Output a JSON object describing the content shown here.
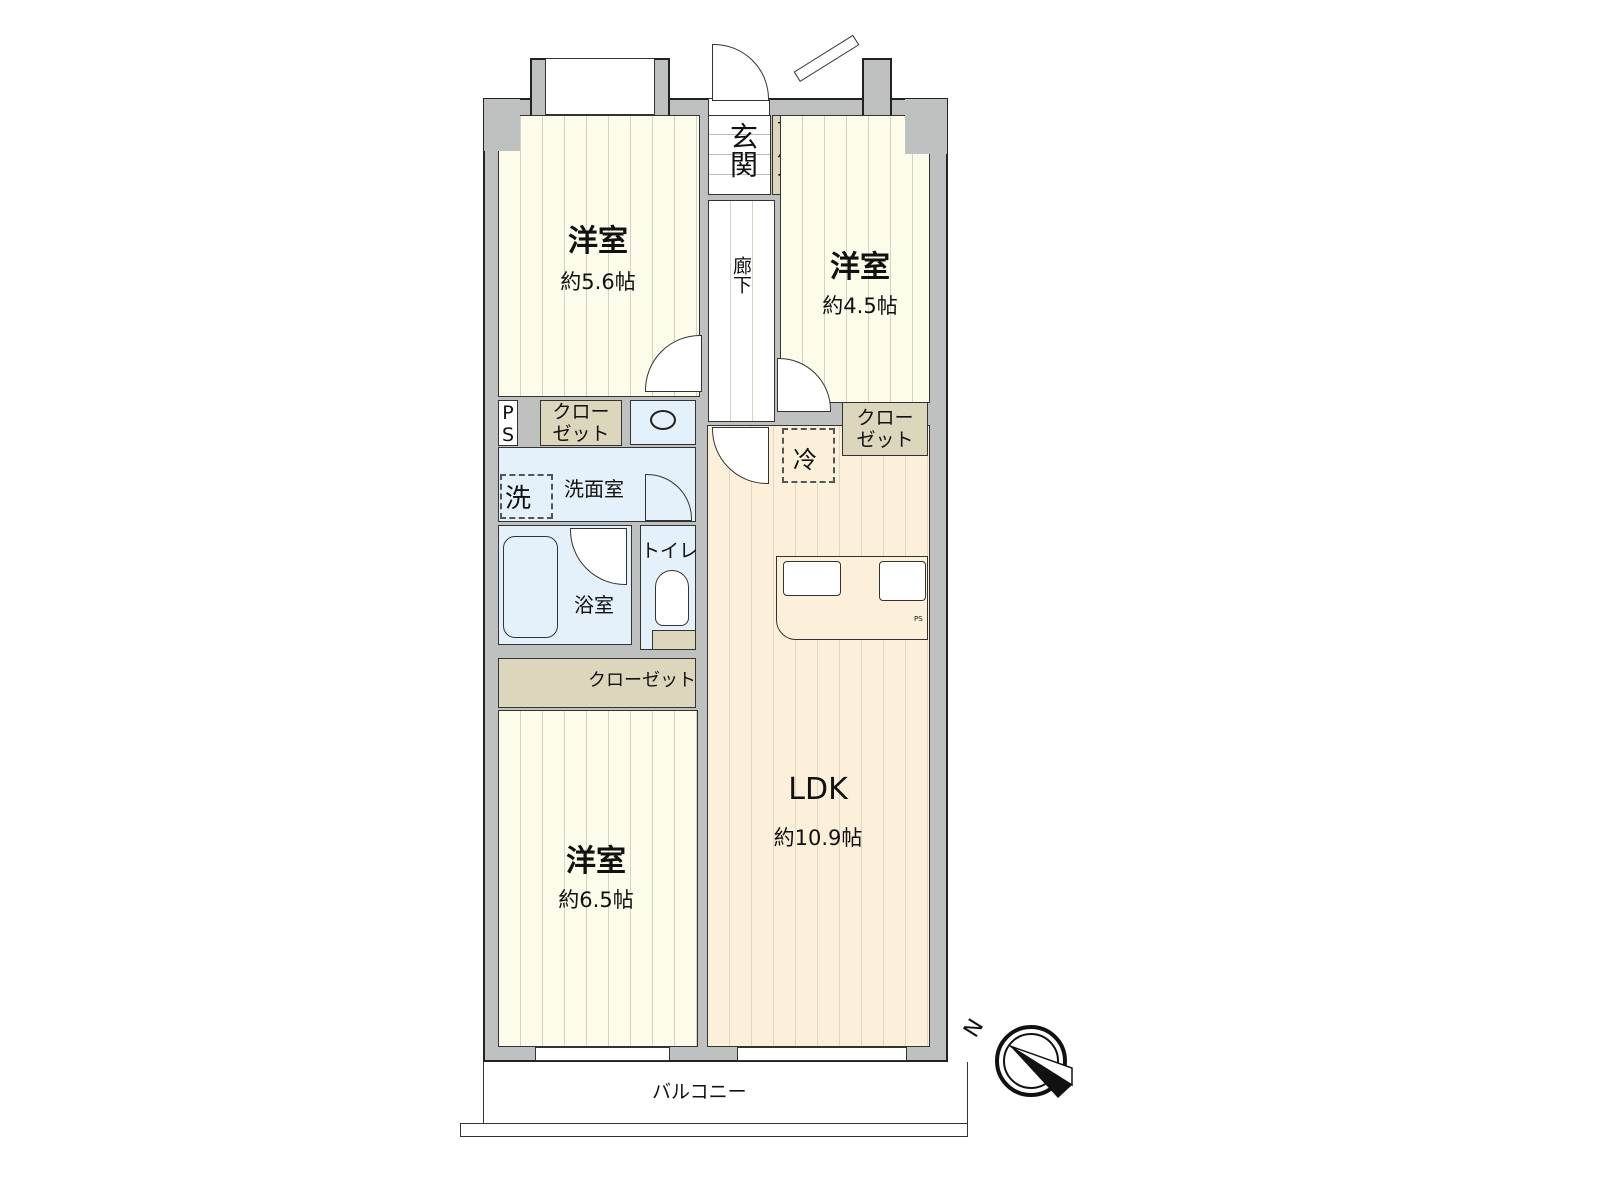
{
  "rooms": {
    "western_1": {
      "name": "洋室",
      "size": "約5.6帖"
    },
    "western_2": {
      "name": "洋室",
      "size": "約4.5帖"
    },
    "western_3": {
      "name": "洋室",
      "size": "約6.5帖"
    },
    "ldk": {
      "name": "LDK",
      "size": "約10.9帖"
    },
    "entrance": "玄関",
    "shoe_storage": "下足入",
    "corridor": "廊下",
    "washroom": "洗面室",
    "washer": "洗",
    "bathroom": "浴室",
    "toilet": "トイレ",
    "fridge": "冷",
    "ps": "PS",
    "ps_small": "PS",
    "closet_1": "クロー\nゼット",
    "closet_2": "クロー\nゼット",
    "closet_3": "クローゼット",
    "balcony": "バルコニー"
  },
  "compass": {
    "label": "N",
    "direction": "northwest"
  },
  "colors": {
    "wall": "#bfc0c0",
    "ldk_floor": "#fdf0db",
    "room_floor": "#fdfbe9",
    "wet_area": "#e4f1fb",
    "closet": "#dcd6bd"
  }
}
